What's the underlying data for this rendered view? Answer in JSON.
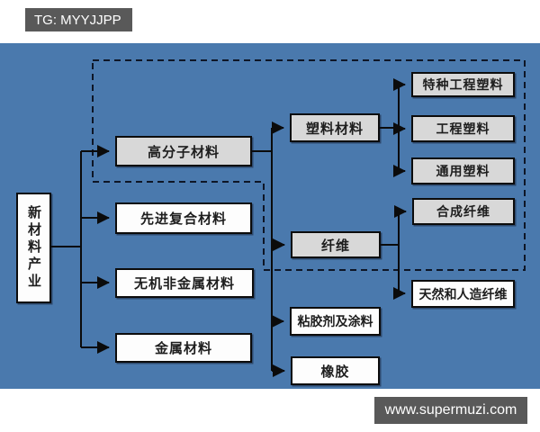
{
  "header": {
    "tag_label": "TG: MYYJJPP"
  },
  "footer": {
    "site_label": "www.supermuzi.com"
  },
  "colors": {
    "panel_blue": "#4a79ad",
    "box_gray": "#d8d8d8",
    "box_white": "#fdfdfd",
    "line_black": "#0b0b0b",
    "badge_gray": "#595959",
    "dashed_border": "#0e1626"
  },
  "diagram": {
    "root": {
      "id": "new-materials-industry",
      "label": "新材料产业"
    },
    "level1": [
      {
        "id": "polymer",
        "label": "高分子材料",
        "parent": "new-materials-industry",
        "highlighted": true
      },
      {
        "id": "advanced-composite",
        "label": "先进复合材料",
        "parent": "new-materials-industry",
        "highlighted": false
      },
      {
        "id": "inorganic-nonmetal",
        "label": "无机非金属材料",
        "parent": "new-materials-industry",
        "highlighted": false
      },
      {
        "id": "metal",
        "label": "金属材料",
        "parent": "new-materials-industry",
        "highlighted": false
      }
    ],
    "level2": [
      {
        "id": "plastic",
        "label": "塑料材料",
        "parent": "polymer",
        "highlighted": true
      },
      {
        "id": "fiber",
        "label": "纤维",
        "parent": "polymer",
        "highlighted": true
      },
      {
        "id": "adhesive-coating",
        "label": "粘胶剂及涂料",
        "parent": "polymer",
        "highlighted": false
      },
      {
        "id": "rubber",
        "label": "橡胶",
        "parent": "polymer",
        "highlighted": false
      }
    ],
    "level3": [
      {
        "id": "special-engineering-plastics",
        "label": "特种工程塑料",
        "parent": "plastic",
        "highlighted": true
      },
      {
        "id": "engineering-plastics",
        "label": "工程塑料",
        "parent": "plastic",
        "highlighted": true
      },
      {
        "id": "general-plastics",
        "label": "通用塑料",
        "parent": "plastic",
        "highlighted": true
      },
      {
        "id": "synthetic-fiber",
        "label": "合成纤维",
        "parent": "fiber",
        "highlighted": true
      },
      {
        "id": "natural-manmade-fiber",
        "label": "天然和人造纤维",
        "parent": "fiber",
        "highlighted": false
      }
    ]
  }
}
